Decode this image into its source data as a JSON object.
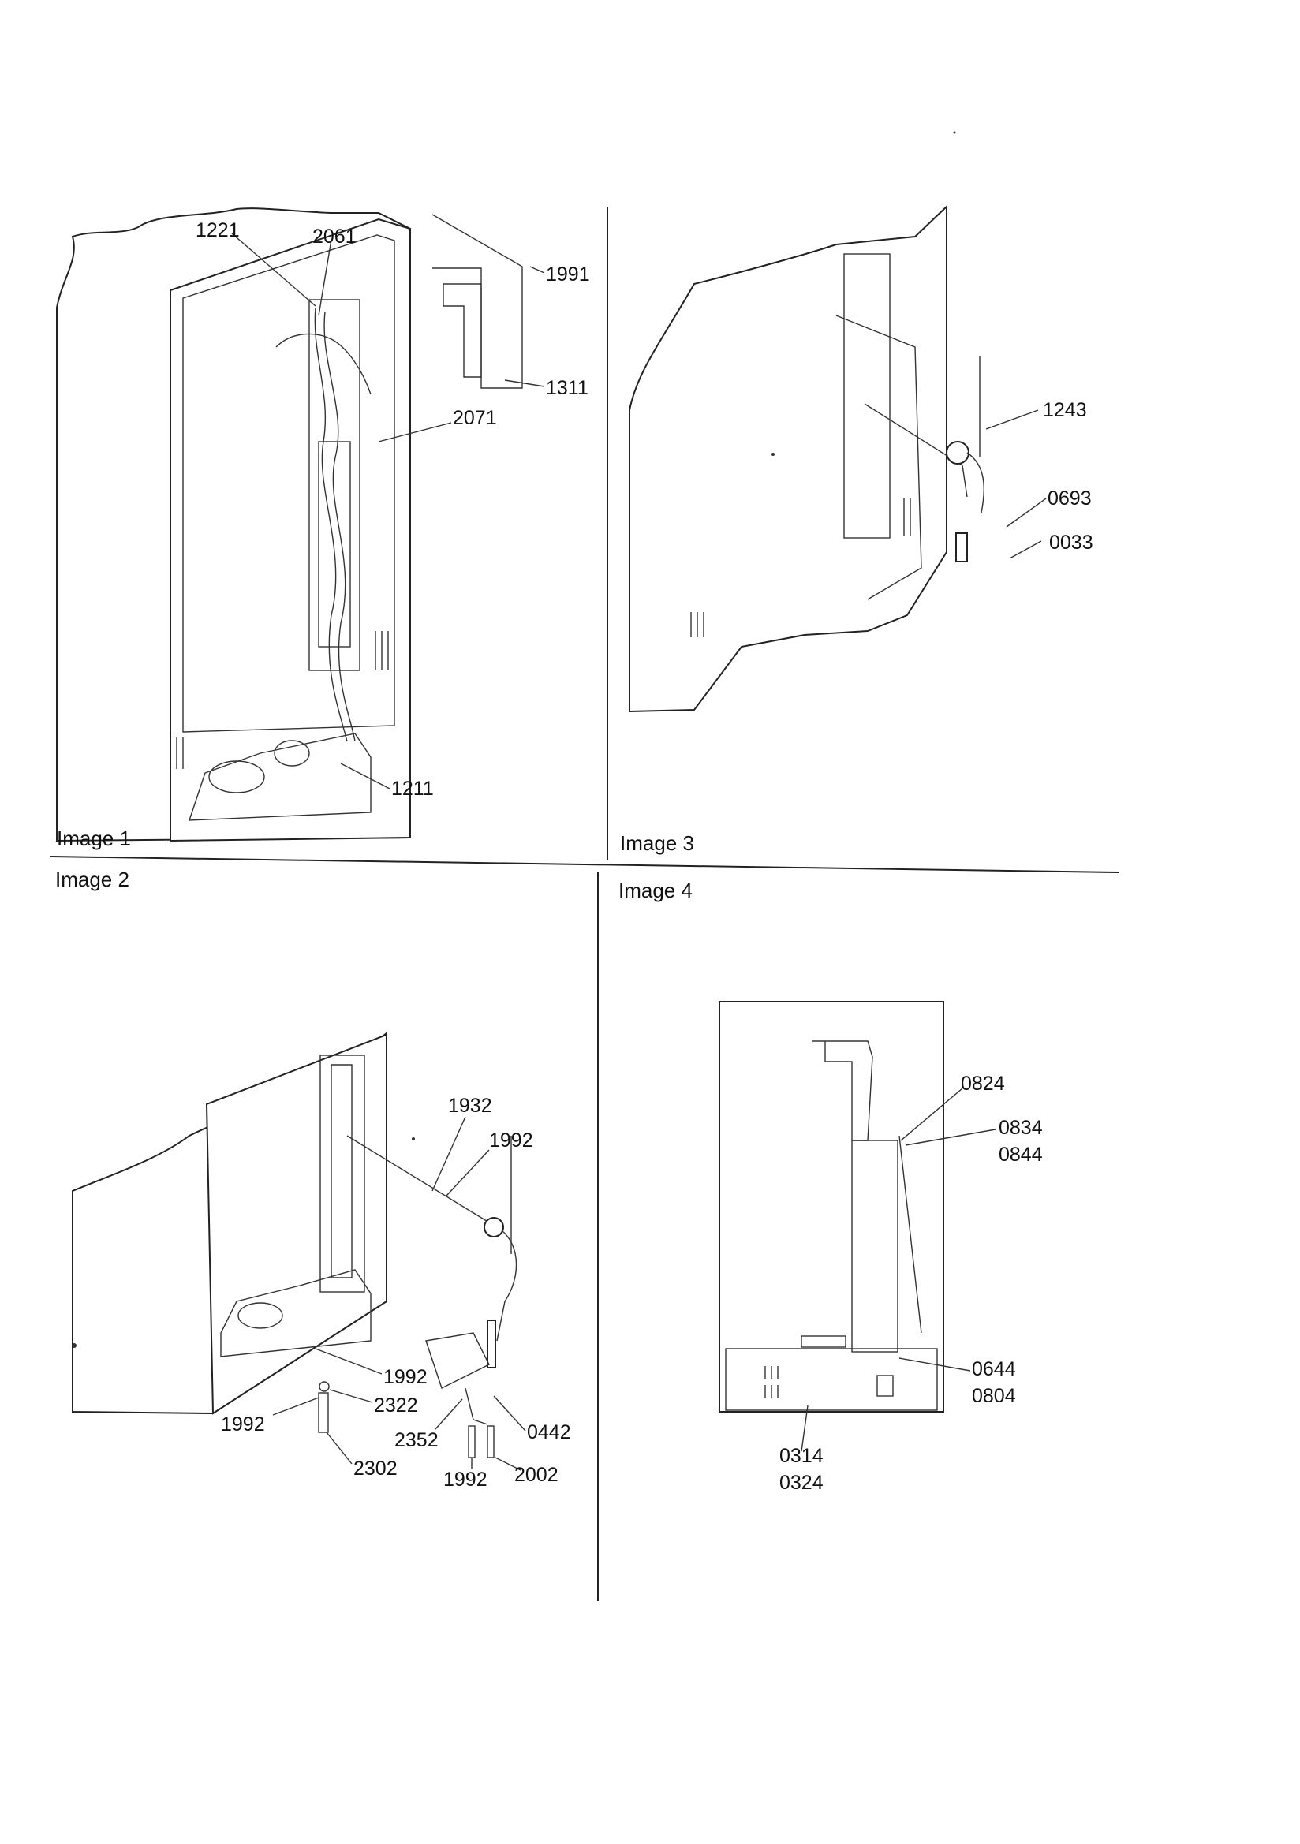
{
  "panels": [
    {
      "caption": "Image 1",
      "callouts": [
        "1221",
        "2061",
        "1991",
        "1311",
        "2071",
        "1211"
      ]
    },
    {
      "caption": "Image 2",
      "callouts": [
        "1932",
        "1992",
        "1992",
        "1992",
        "2322",
        "2352",
        "0442",
        "2302",
        "1992",
        "2002"
      ]
    },
    {
      "caption": "Image 3",
      "callouts": [
        "1243",
        "0693",
        "0033"
      ]
    },
    {
      "caption": "Image 4",
      "callouts": [
        "0824",
        "0834",
        "0844",
        "0644",
        "0804",
        "0314",
        "0324"
      ]
    }
  ]
}
